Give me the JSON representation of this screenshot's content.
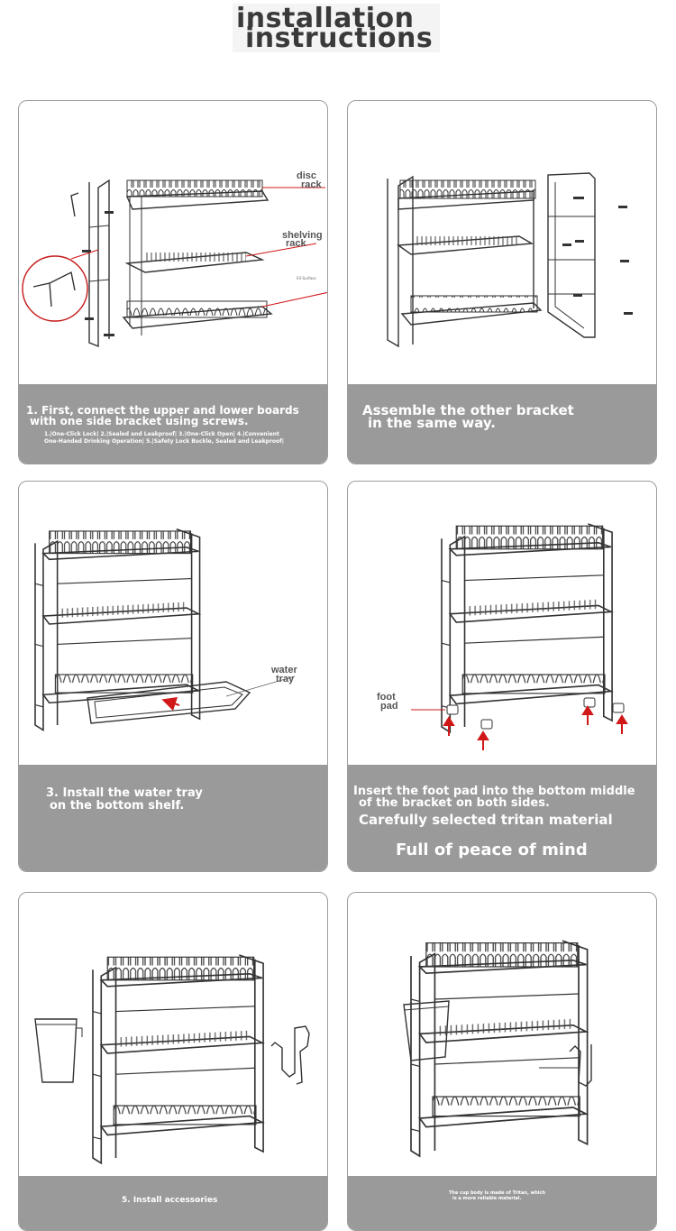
{
  "header": {
    "title_line1": "installation",
    "title_line2": "instructions"
  },
  "panels": [
    {
      "caption_line1": "1. First, connect the upper and lower boards",
      "caption_line2": "with one side bracket using screws.",
      "caption_small1": "1.|One-Click Lock| 2.|Sealed and Leakproof| 3.|One-Click Open| 4.|Convenient",
      "caption_small2": "One-Handed Drinking Operation| 5.|Safety Lock Buckle, Sealed and Leakproof|",
      "labels": {
        "disc": "disc",
        "rack": "rack",
        "shelving": "shelving",
        "shelving_rack": "rack",
        "tiny": "03-Surface"
      }
    },
    {
      "caption_line1": "Assemble the other bracket",
      "caption_line2": "in the same way."
    },
    {
      "caption_line1": "3. Install the water tray",
      "caption_line2": "on the bottom shelf.",
      "labels": {
        "water": "water",
        "tray": "tray"
      }
    },
    {
      "caption_line1": "Insert the foot pad into the bottom middle",
      "caption_line2": "of the bracket on both sides.",
      "caption_line3": "Carefully selected tritan material",
      "caption_line4": "Full of peace of mind",
      "labels": {
        "foot": "foot",
        "pad": "pad"
      }
    },
    {
      "caption_line1": "5. Install accessories"
    },
    {
      "caption_line1": "The cup body is made of Tritan, which",
      "caption_line2": "is a more reliable material."
    }
  ],
  "colors": {
    "caption_bg": "#9a9a9a",
    "accent_red": "#d01818",
    "title_text": "#3a3a3a"
  }
}
